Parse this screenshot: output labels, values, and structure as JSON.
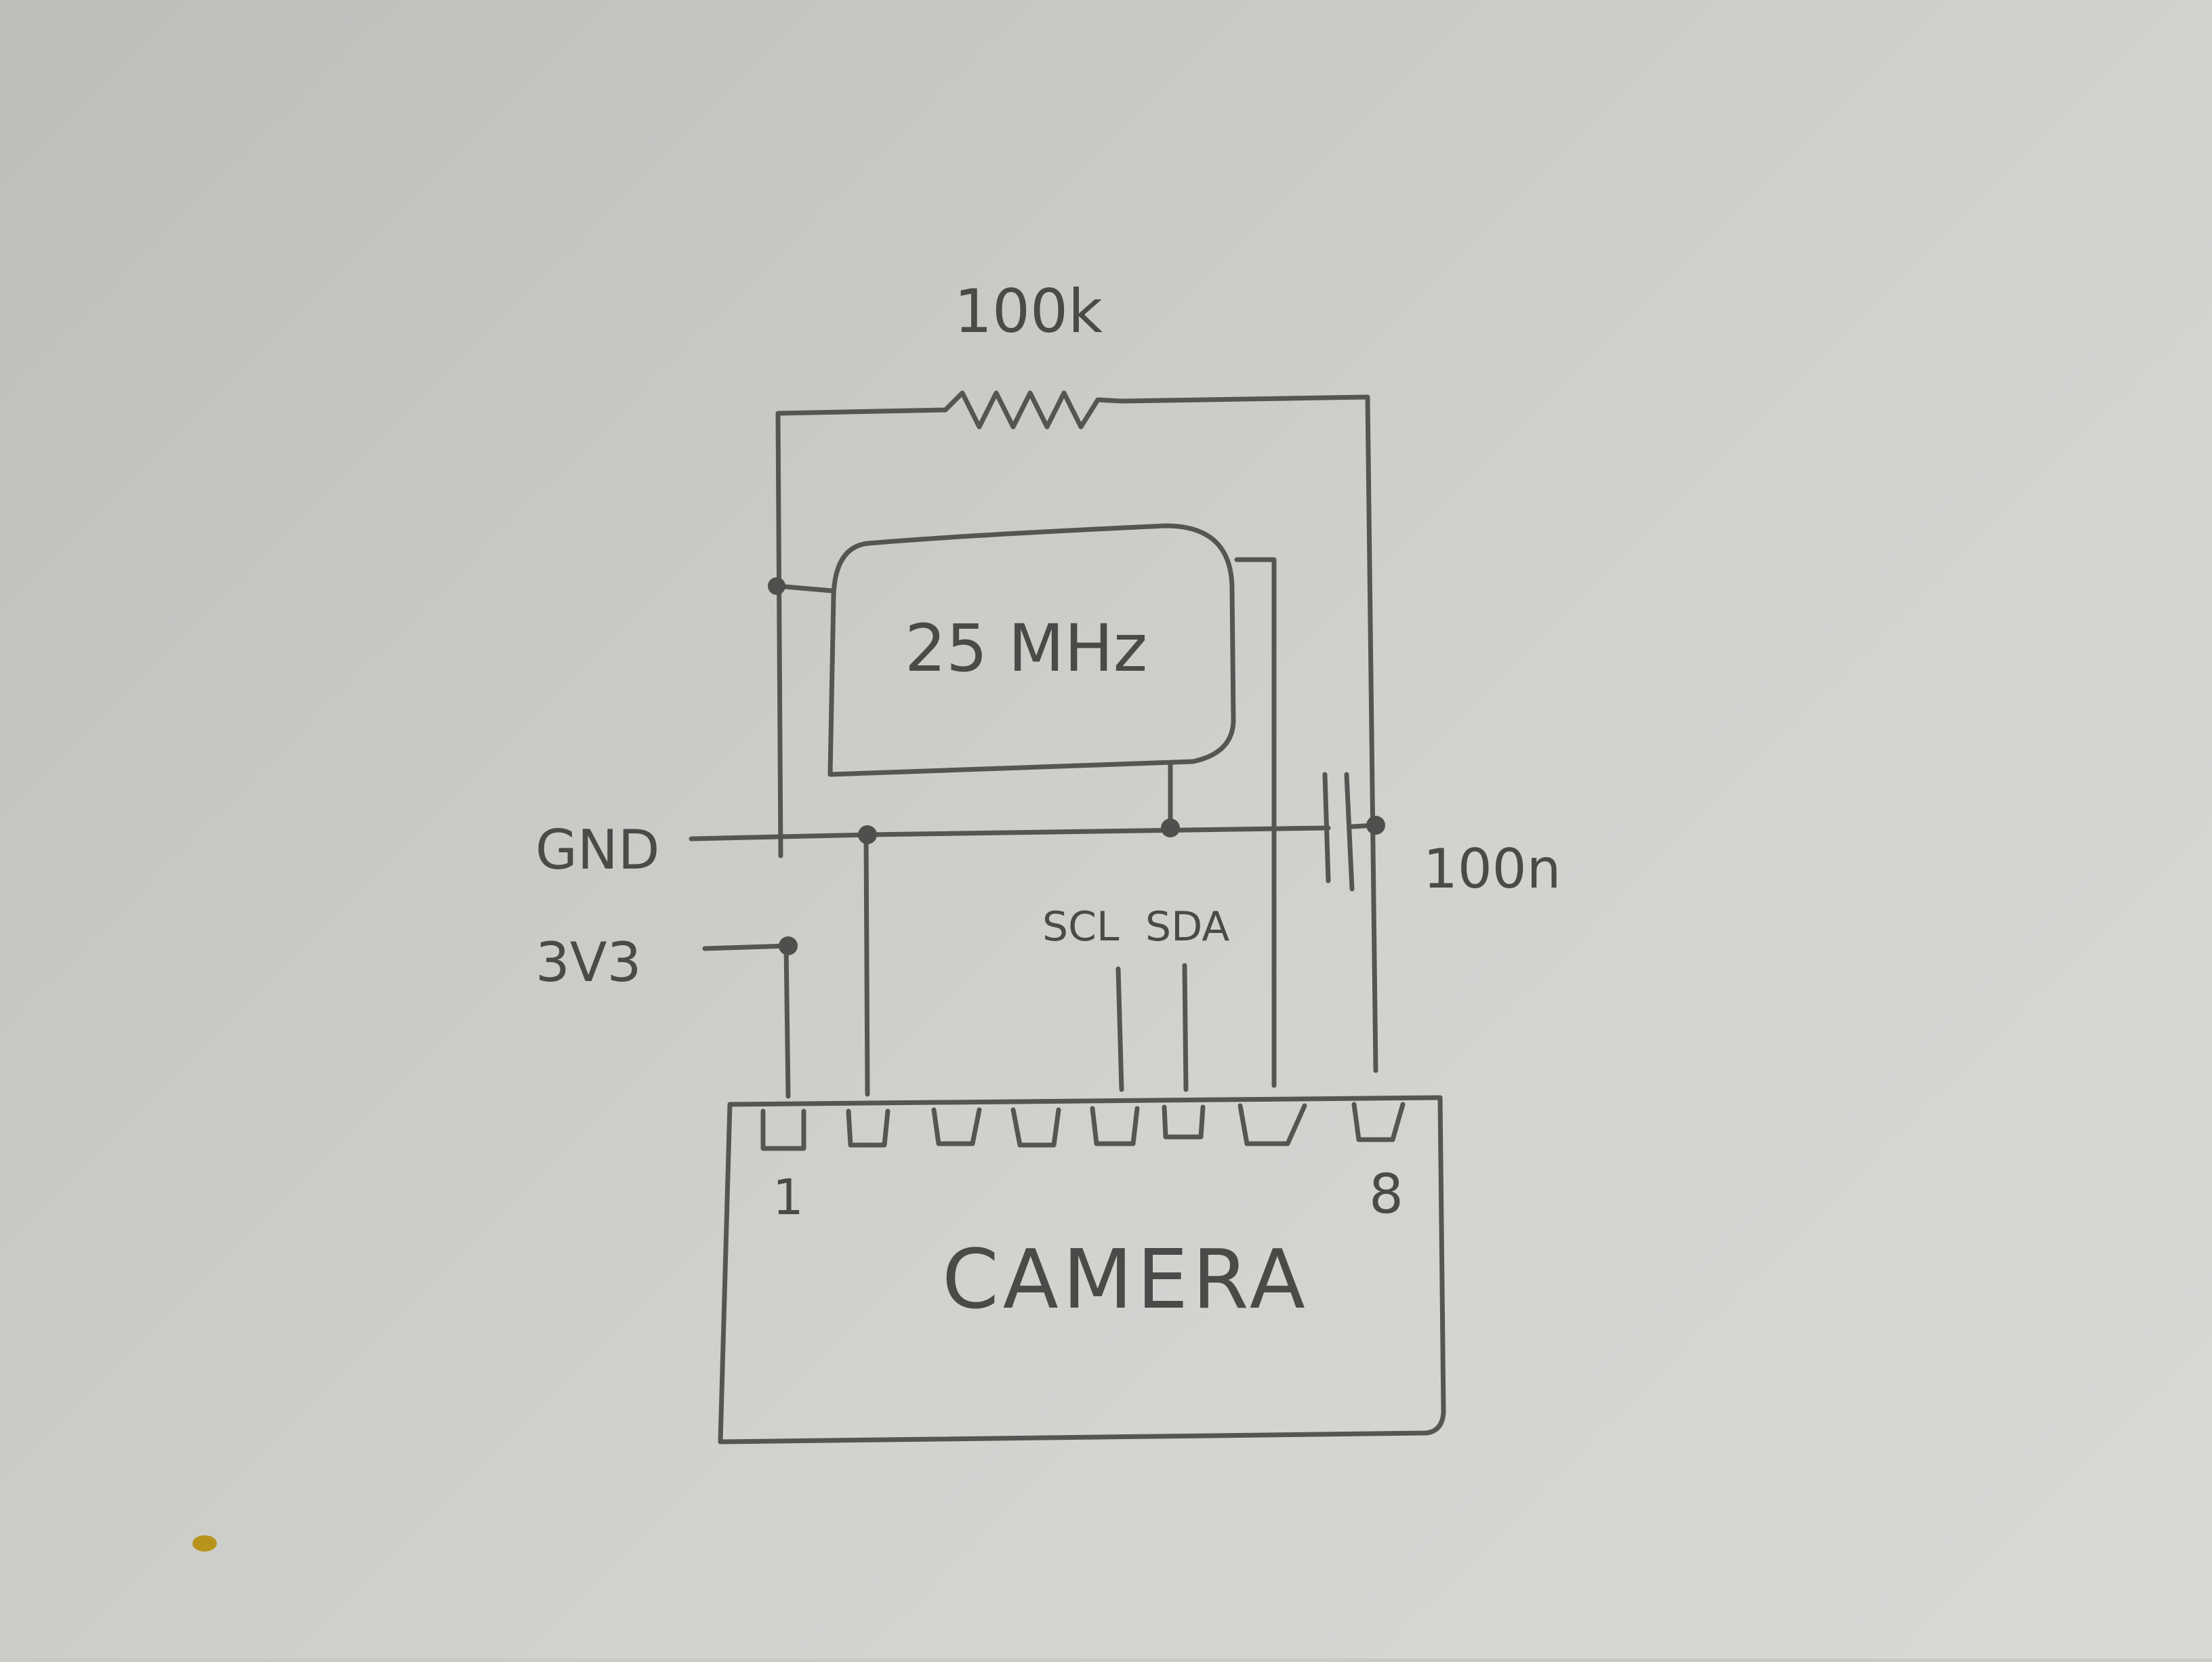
{
  "diagram": {
    "resistor_label": "100k",
    "oscillator_label": "25 MHz",
    "capacitor_label": "100n",
    "gnd_label": "GND",
    "supply_label": "3V3",
    "scl_label": "SCL",
    "sda_label": "SDA",
    "camera_label": "CAMERA",
    "pin_first_label": "1",
    "pin_last_label": "8"
  },
  "colors": {
    "paper": "#d2d2cf",
    "pencil": "#555553",
    "smudge": "#b8941c"
  }
}
